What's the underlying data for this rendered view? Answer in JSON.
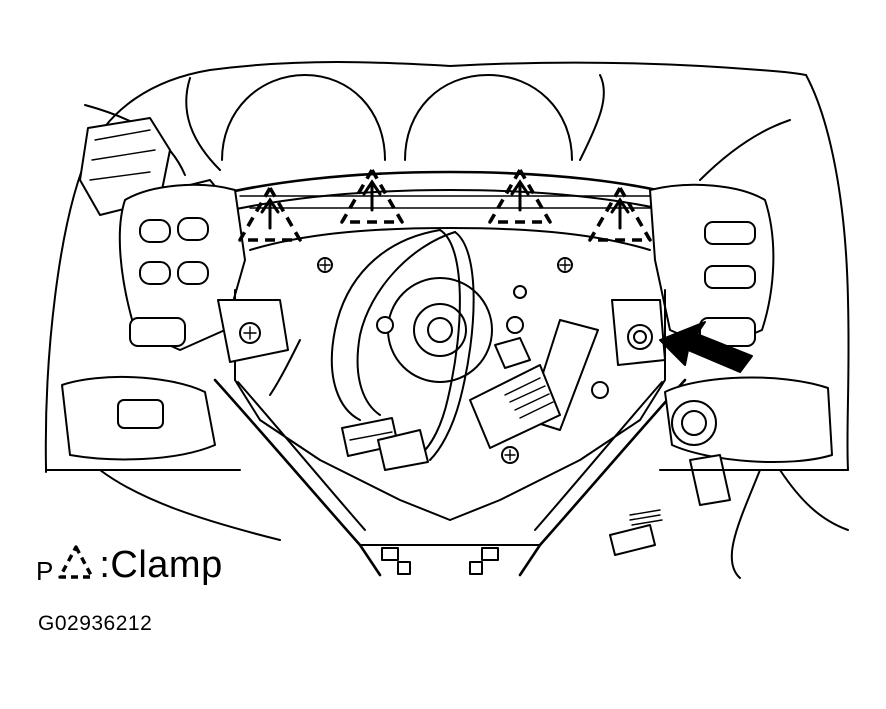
{
  "legend": {
    "prefix": "P",
    "icon": "dashed-triangle-clamp-icon",
    "text": ":Clamp"
  },
  "figure": {
    "code": "G02936212"
  },
  "colors": {
    "line": "#000000",
    "background": "#ffffff"
  }
}
